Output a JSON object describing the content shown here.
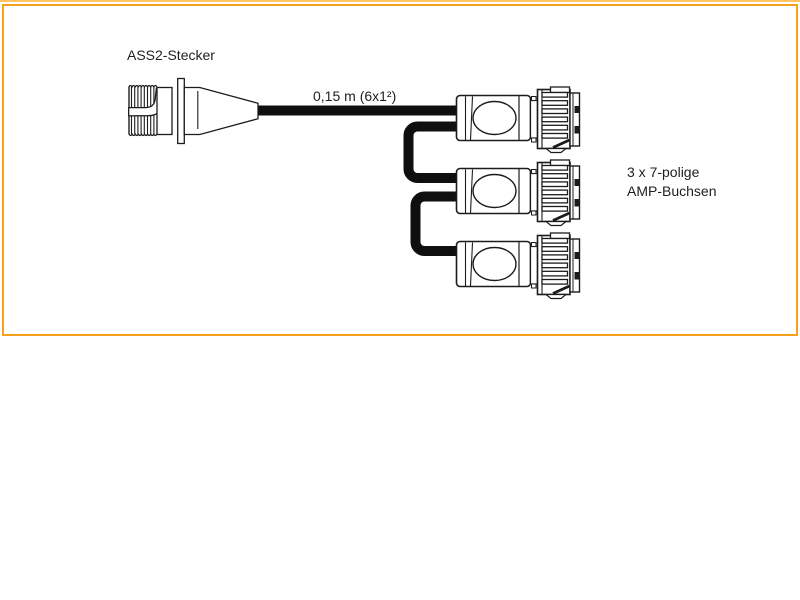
{
  "page": {
    "background": "#ffffff",
    "top_accent_color": "#ffc25e",
    "frame_border_color": "#f6a01e"
  },
  "diagram": {
    "plug_label": "ASS2-Stecker",
    "cable_label": "0,15 m (6x1²)",
    "sockets_label_line1": "3 x 7-polige",
    "sockets_label_line2": "AMP-Buchsen",
    "socket_count": 3,
    "line_color": "#1c1c1c",
    "cable_color": "#0f0f0f"
  }
}
